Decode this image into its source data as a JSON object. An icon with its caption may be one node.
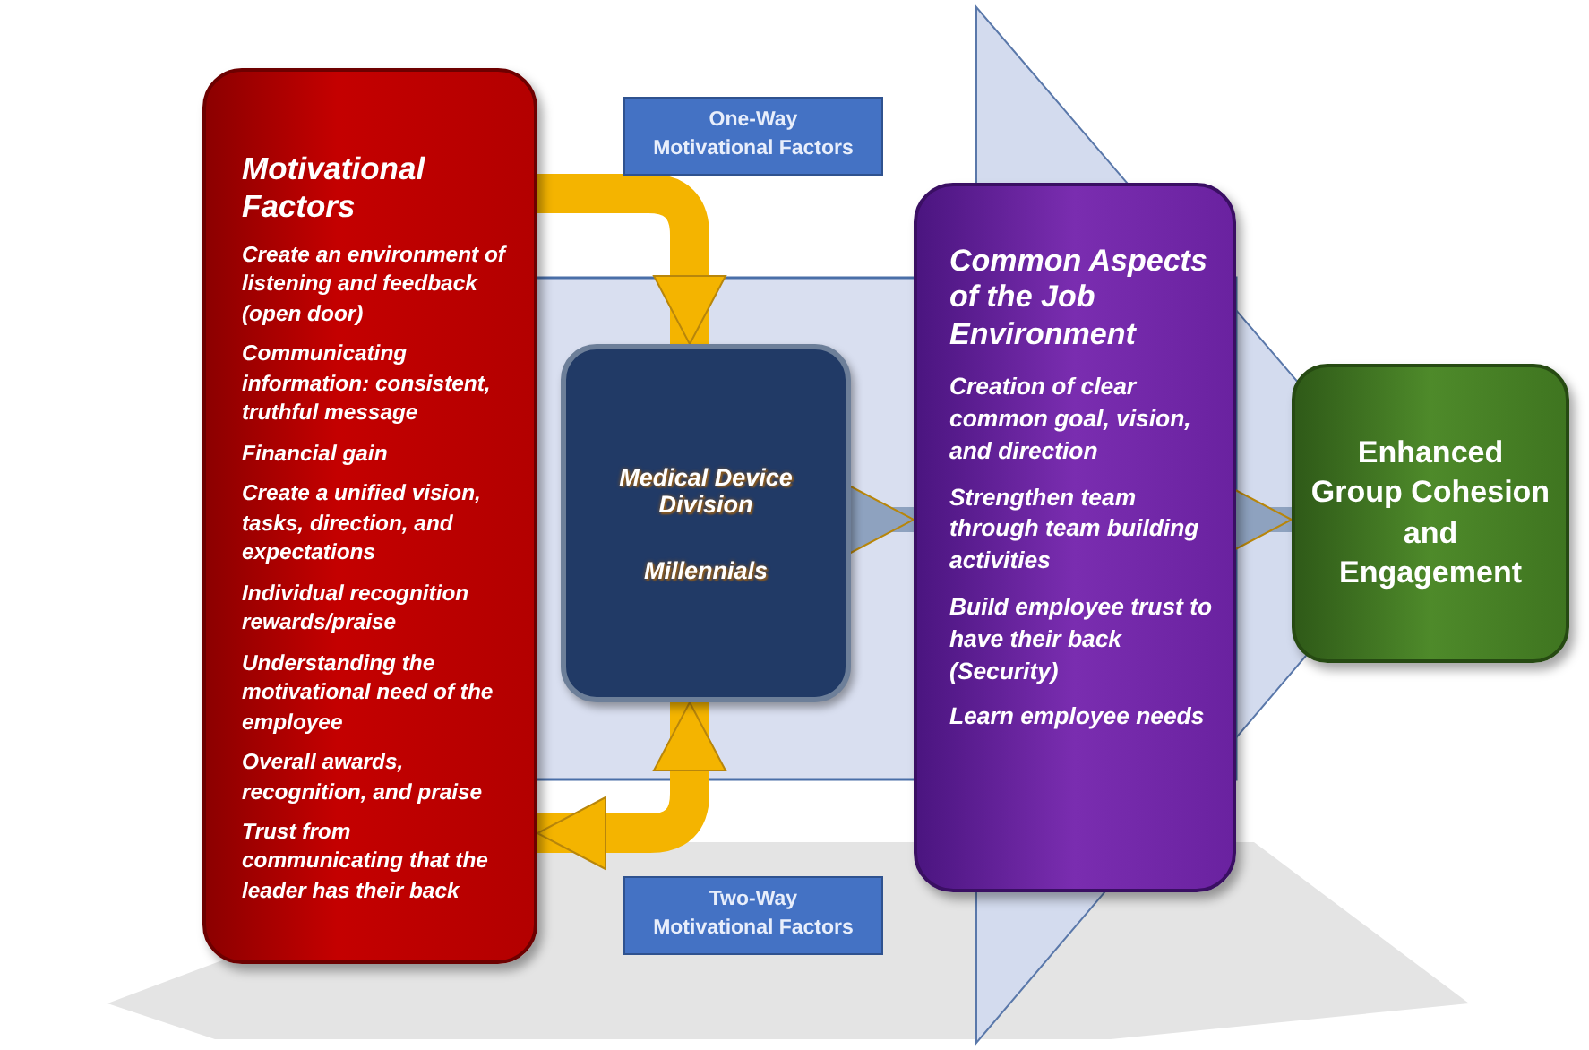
{
  "diagram": {
    "nodes": [
      {
        "text": [
          "Motivational Factors",
          "Create an environment of listening and feedback (open door)",
          "Communicating information: consistent, truthful message",
          "Financial gain",
          "Create a unified vision, tasks, direction, and expectations",
          "Individual recognition rewards/praise",
          "Understanding the motivational need of the employee",
          "Overall awards, recognition, and praise",
          "Trust from communicating that the leader has their back"
        ]
      },
      {
        "text": [
          "One-Way Motivational Factors"
        ]
      },
      {
        "text": [
          "Medical Device Division",
          "Millennials"
        ]
      },
      {
        "text": [
          "Two-Way Motivational Factors"
        ]
      },
      {
        "text": [
          "Common Aspects of the Job Environment",
          "Creation of clear common goal, vision, and direction",
          "Strengthen team through team building activities",
          "Build employee trust to have their back (Security)",
          "Learn employee needs"
        ]
      },
      {
        "text": [
          "Enhanced Group Cohesion and Engagement"
        ]
      }
    ],
    "edges": [
      {
        "from": 0,
        "to": 2,
        "arrow": "to",
        "color": "#f4b400"
      },
      {
        "from": 2,
        "to": 0,
        "arrow": "both",
        "color": "#f4b400"
      },
      {
        "from": 2,
        "to": 4,
        "arrow": "to",
        "color": "#8ea2bf"
      },
      {
        "from": 4,
        "to": 5,
        "arrow": "to",
        "color": "#8ea2bf"
      }
    ]
  }
}
